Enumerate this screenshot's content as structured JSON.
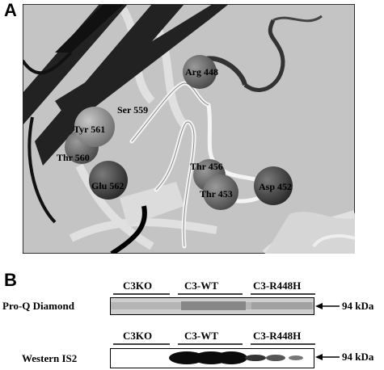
{
  "panel_a": {
    "letter": "A",
    "residues": [
      {
        "id": "arg448",
        "label": "Arg 448"
      },
      {
        "id": "tyr561",
        "label": "Tyr 561"
      },
      {
        "id": "ser559",
        "label": "Ser 559"
      },
      {
        "id": "thr560",
        "label": "Thr 560"
      },
      {
        "id": "glu562",
        "label": "Glu 562"
      },
      {
        "id": "thr456",
        "label": "Thr 456"
      },
      {
        "id": "thr453",
        "label": "Thr 453"
      },
      {
        "id": "asp452",
        "label": "Asp 452"
      }
    ]
  },
  "panel_b": {
    "letter": "B",
    "groups": [
      "C3KO",
      "C3-WT",
      "C3-R448H"
    ],
    "blots": [
      {
        "id": "proq",
        "label": "Pro-Q Diamond",
        "marker": "94 kDa"
      },
      {
        "id": "western",
        "label": "Western IS2",
        "marker": "94 kDa"
      }
    ]
  }
}
